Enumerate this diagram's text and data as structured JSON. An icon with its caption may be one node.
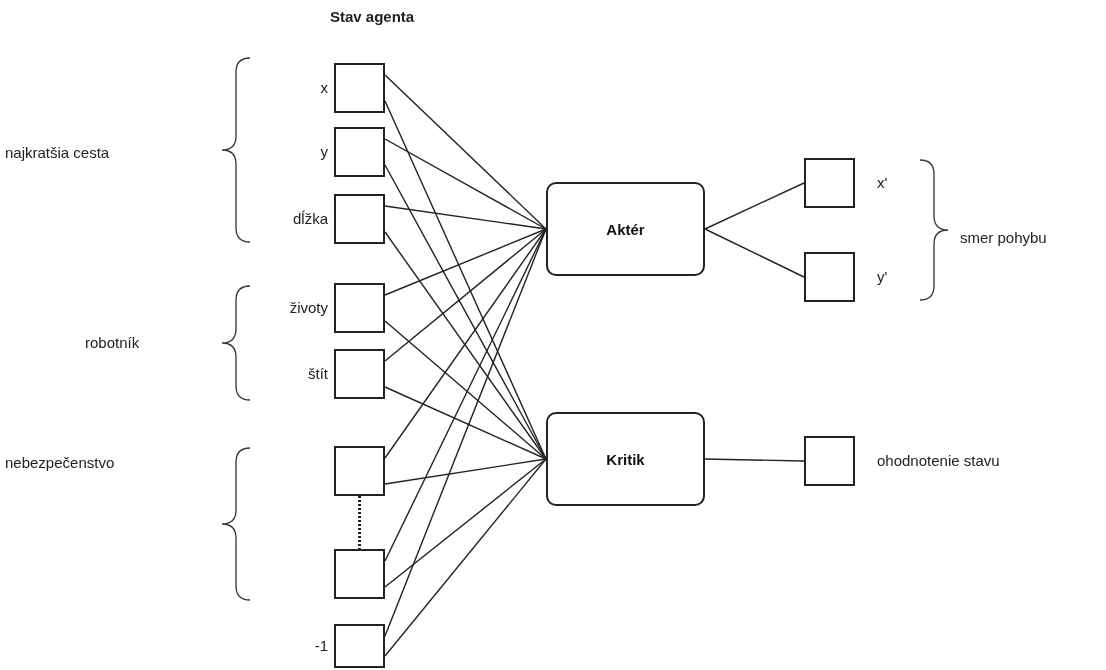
{
  "diagram": {
    "nodes": [
      {
        "text": [],
        "shape": "box",
        "beside": [
          "x"
        ]
      },
      {
        "text": [],
        "shape": "box",
        "beside": [
          "y"
        ]
      },
      {
        "text": [],
        "shape": "box",
        "beside": [
          "dĺžka"
        ]
      },
      {
        "text": [],
        "shape": "box",
        "beside": [
          "životy"
        ]
      },
      {
        "text": [],
        "shape": "box",
        "beside": [
          "štít"
        ]
      },
      {
        "text": [],
        "shape": "box"
      },
      {
        "text": [],
        "shape": "box"
      },
      {
        "text": [],
        "shape": "box",
        "beside": [
          "-1"
        ]
      },
      {
        "text": [
          "Aktér"
        ]
      },
      {
        "text": [
          "Kritik"
        ]
      },
      {
        "text": [],
        "shape": "box",
        "beside": [
          "x'"
        ]
      },
      {
        "text": [],
        "shape": "box",
        "beside": [
          "y'"
        ]
      },
      {
        "text": [],
        "shape": "box",
        "beside": [
          "ohodnotenie stavu"
        ]
      }
    ],
    "edges": [
      {
        "from": 0,
        "to": 8,
        "arrow": "none"
      },
      {
        "from": 0,
        "to": 9,
        "arrow": "none"
      },
      {
        "from": 1,
        "to": 8,
        "arrow": "none"
      },
      {
        "from": 1,
        "to": 9,
        "arrow": "none"
      },
      {
        "from": 2,
        "to": 8,
        "arrow": "none"
      },
      {
        "from": 2,
        "to": 9,
        "arrow": "none"
      },
      {
        "from": 3,
        "to": 8,
        "arrow": "none"
      },
      {
        "from": 3,
        "to": 9,
        "arrow": "none"
      },
      {
        "from": 4,
        "to": 8,
        "arrow": "none"
      },
      {
        "from": 4,
        "to": 9,
        "arrow": "none"
      },
      {
        "from": 5,
        "to": 8,
        "arrow": "none"
      },
      {
        "from": 5,
        "to": 9,
        "arrow": "none"
      },
      {
        "from": 6,
        "to": 8,
        "arrow": "none"
      },
      {
        "from": 6,
        "to": 9,
        "arrow": "none"
      },
      {
        "from": 7,
        "to": 8,
        "arrow": "none"
      },
      {
        "from": 7,
        "to": 9,
        "arrow": "none"
      },
      {
        "from": 8,
        "to": 10,
        "arrow": "none"
      },
      {
        "from": 8,
        "to": 11,
        "arrow": "none"
      },
      {
        "from": 9,
        "to": 12,
        "arrow": "none"
      },
      {
        "from": 5,
        "to": 6,
        "arrow": "none",
        "style": "dashed"
      }
    ],
    "labels": [
      "Stav agenta",
      "najkratšia cesta",
      "robotník",
      "nebezpečenstvo",
      "smer pohybu"
    ]
  }
}
